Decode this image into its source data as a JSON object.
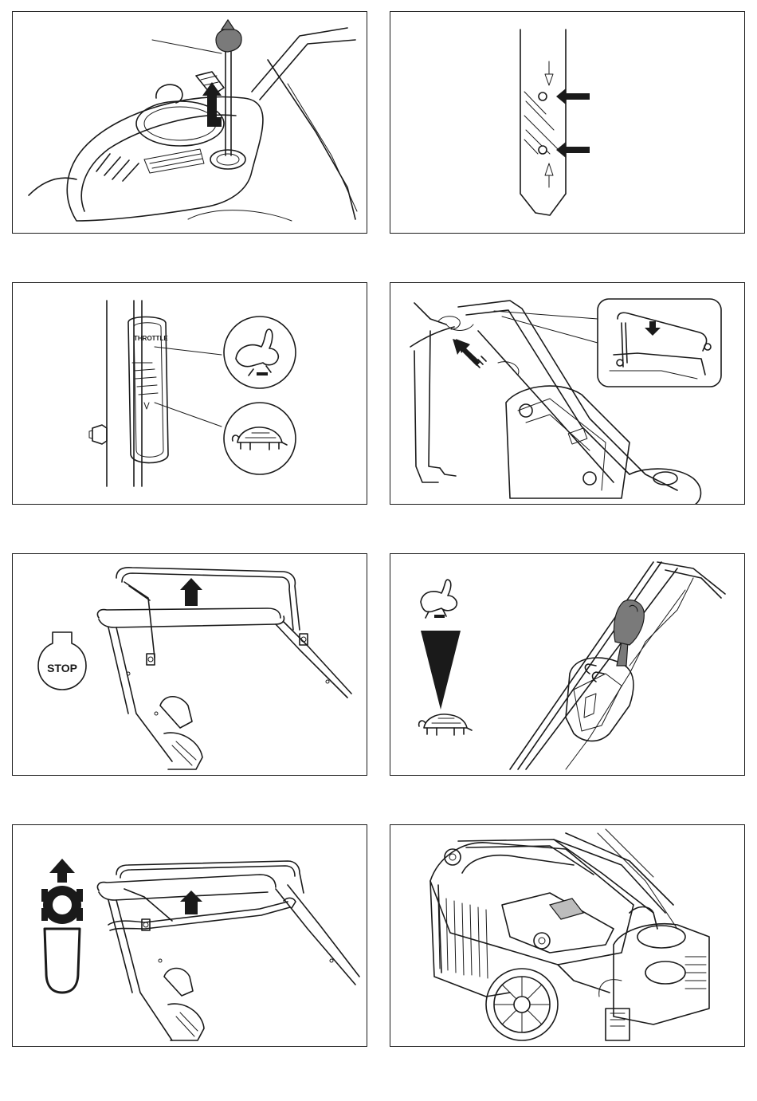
{
  "figures": [
    {
      "id": "fig-1",
      "subject": "oil-dipstick-removal"
    },
    {
      "id": "fig-2",
      "subject": "dipstick-level-marks"
    },
    {
      "id": "fig-3",
      "subject": "throttle-lever-speed-symbols"
    },
    {
      "id": "fig-4",
      "subject": "operator-pulling-starter"
    },
    {
      "id": "fig-5",
      "subject": "engine-stop-bail"
    },
    {
      "id": "fig-6",
      "subject": "throttle-lever-fast-slow"
    },
    {
      "id": "fig-7",
      "subject": "drive-bail"
    },
    {
      "id": "fig-8",
      "subject": "mower-grass-bag"
    }
  ],
  "labels": {
    "throttle": "THROTTLE",
    "stop": "STOP"
  },
  "icons": [
    "rabbit-icon",
    "turtle-icon",
    "stop-icon",
    "drive-icon",
    "arrow-up-icon"
  ],
  "colors": {
    "ink": "#1a1a1a",
    "grey": "#7a7a7a",
    "light_grey": "#bdbdbd"
  }
}
